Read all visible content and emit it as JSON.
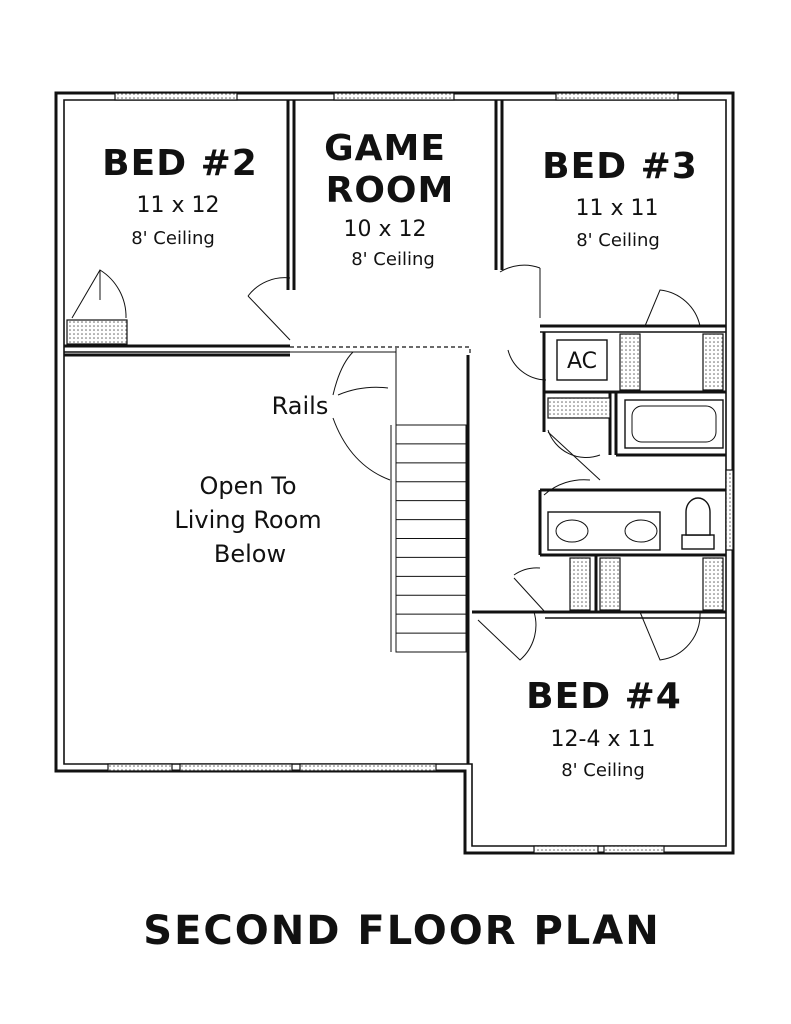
{
  "title": "SECOND FLOOR PLAN",
  "rooms": {
    "bed2": {
      "name": "BED #2",
      "dims": "11 x 12",
      "ceiling": "8' Ceiling"
    },
    "game": {
      "name_line1": "GAME",
      "name_line2": "ROOM",
      "dims": "10 x 12",
      "ceiling": "8' Ceiling"
    },
    "bed3": {
      "name": "BED #3",
      "dims": "11 x 11",
      "ceiling": "8' Ceiling"
    },
    "bed4": {
      "name": "BED #4",
      "dims": "12-4 x 11",
      "ceiling": "8' Ceiling"
    }
  },
  "open_area": {
    "line1": "Open To",
    "line2": "Living Room",
    "line3": "Below"
  },
  "rails_label": "Rails",
  "ac_label": "AC"
}
